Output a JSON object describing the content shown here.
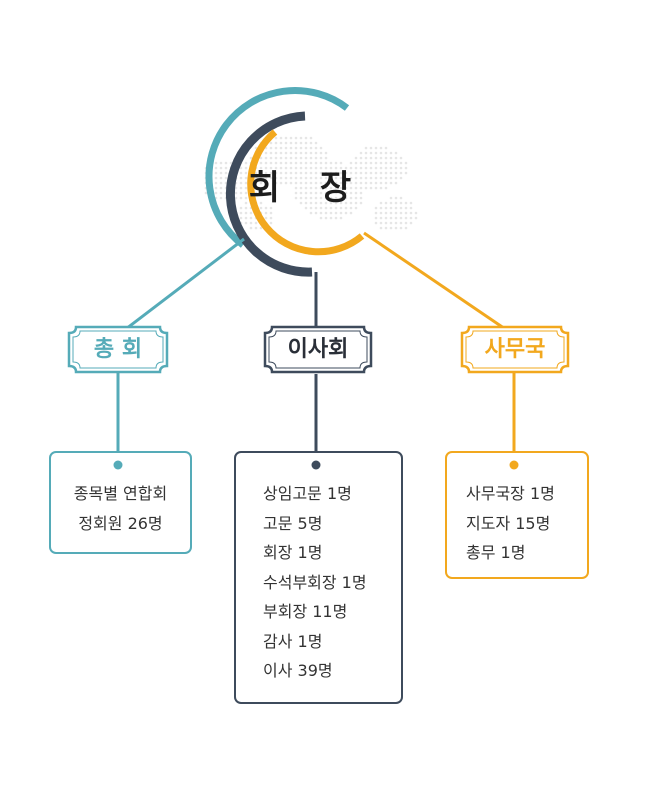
{
  "colors": {
    "teal": "#55abb8",
    "navy": "#3e4b5c",
    "orange": "#f2a81e",
    "map_dots": "#e6e6e6"
  },
  "root": {
    "title": "회 장"
  },
  "branches": [
    {
      "key": "general",
      "title": "총 회",
      "color": "teal",
      "members": [
        "종목별 연합회",
        "정회원 26명"
      ]
    },
    {
      "key": "board",
      "title": "이사회",
      "color": "navy",
      "members": [
        "상임고문 1명",
        "고문 5명",
        "회장 1명",
        "수석부회장 1명",
        "부회장 11명",
        "감사 1명",
        "이사 39명"
      ]
    },
    {
      "key": "secretariat",
      "title": "사무국",
      "color": "orange",
      "members": [
        "사무국장 1명",
        "지도자 15명",
        "총무 1명"
      ]
    }
  ]
}
